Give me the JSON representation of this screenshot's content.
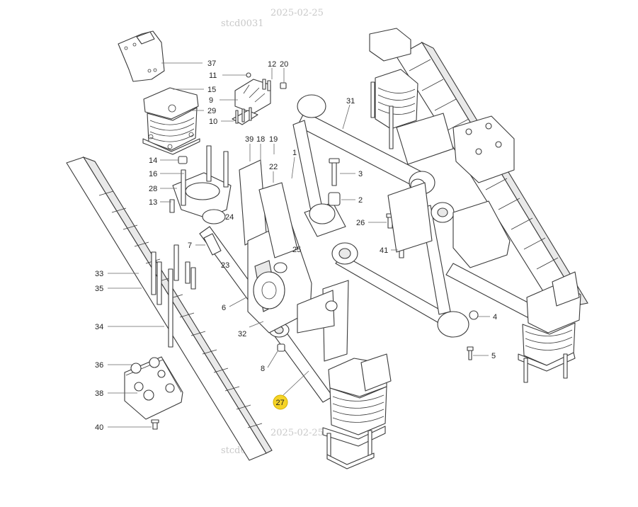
{
  "watermark": [
    "stcd0031",
    "2025-02-25",
    "stcd0031",
    "2025-02-25"
  ],
  "highlight_color": "#f5d327",
  "callouts": [
    {
      "id": "37",
      "label": "37"
    },
    {
      "id": "11",
      "label": "11"
    },
    {
      "id": "12",
      "label": "12"
    },
    {
      "id": "20",
      "label": "20"
    },
    {
      "id": "15",
      "label": "15"
    },
    {
      "id": "9",
      "label": "9"
    },
    {
      "id": "29",
      "label": "29"
    },
    {
      "id": "10",
      "label": "10"
    },
    {
      "id": "31",
      "label": "31"
    },
    {
      "id": "39",
      "label": "39"
    },
    {
      "id": "18",
      "label": "18"
    },
    {
      "id": "19",
      "label": "19"
    },
    {
      "id": "1",
      "label": "1"
    },
    {
      "id": "22",
      "label": "22"
    },
    {
      "id": "14",
      "label": "14"
    },
    {
      "id": "16",
      "label": "16"
    },
    {
      "id": "28",
      "label": "28"
    },
    {
      "id": "13",
      "label": "13"
    },
    {
      "id": "3",
      "label": "3"
    },
    {
      "id": "2",
      "label": "2"
    },
    {
      "id": "24",
      "label": "24"
    },
    {
      "id": "26",
      "label": "26"
    },
    {
      "id": "7",
      "label": "7"
    },
    {
      "id": "25",
      "label": "25"
    },
    {
      "id": "41",
      "label": "41"
    },
    {
      "id": "23",
      "label": "23"
    },
    {
      "id": "33",
      "label": "33"
    },
    {
      "id": "35",
      "label": "35"
    },
    {
      "id": "6",
      "label": "6"
    },
    {
      "id": "4",
      "label": "4"
    },
    {
      "id": "34",
      "label": "34"
    },
    {
      "id": "32",
      "label": "32"
    },
    {
      "id": "5",
      "label": "5"
    },
    {
      "id": "8",
      "label": "8"
    },
    {
      "id": "36",
      "label": "36"
    },
    {
      "id": "27",
      "label": "27",
      "highlighted": true
    },
    {
      "id": "38",
      "label": "38"
    },
    {
      "id": "40",
      "label": "40"
    }
  ]
}
